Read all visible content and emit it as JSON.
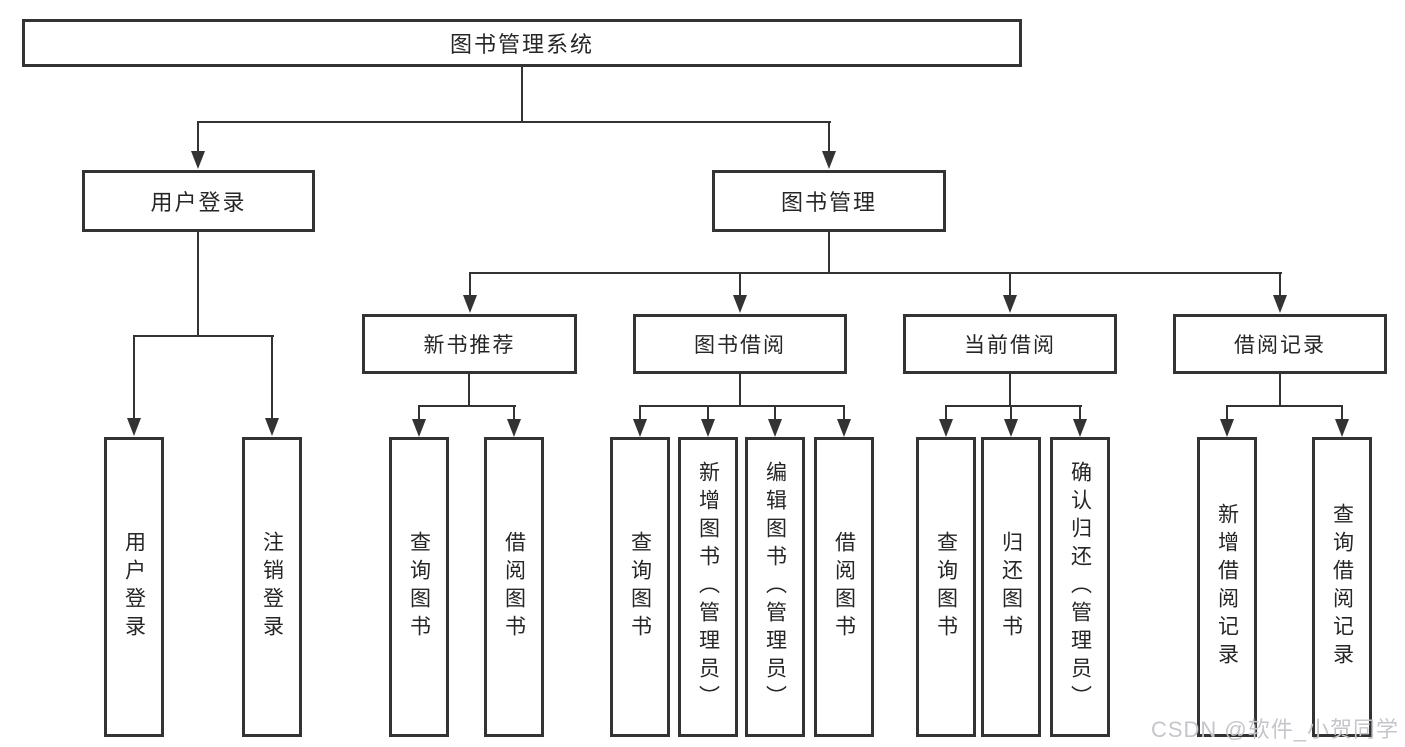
{
  "colors": {
    "line": "#333333",
    "box_border": "#333333",
    "box_background": "#ffffff",
    "text": "#262626",
    "watermark_text": "#c5c5ca"
  },
  "tree": {
    "label": "图书管理系统",
    "children": [
      {
        "label": "用户登录",
        "children": [
          {
            "label": "用户登录"
          },
          {
            "label": "注销登录"
          }
        ]
      },
      {
        "label": "图书管理",
        "children": [
          {
            "label": "新书推荐",
            "children": [
              {
                "label": "查询图书"
              },
              {
                "label": "借阅图书"
              }
            ]
          },
          {
            "label": "图书借阅",
            "children": [
              {
                "label": "查询图书"
              },
              {
                "label": "新增图书（管理员）"
              },
              {
                "label": "编辑图书（管理员）"
              },
              {
                "label": "借阅图书"
              }
            ]
          },
          {
            "label": "当前借阅",
            "children": [
              {
                "label": "查询图书"
              },
              {
                "label": "归还图书"
              },
              {
                "label": "确认归还（管理员）"
              }
            ]
          },
          {
            "label": "借阅记录",
            "children": [
              {
                "label": "新增借阅记录"
              },
              {
                "label": "查询借阅记录"
              }
            ]
          }
        ]
      }
    ]
  },
  "watermark": {
    "text": "CSDN @软件_小贺同学"
  }
}
